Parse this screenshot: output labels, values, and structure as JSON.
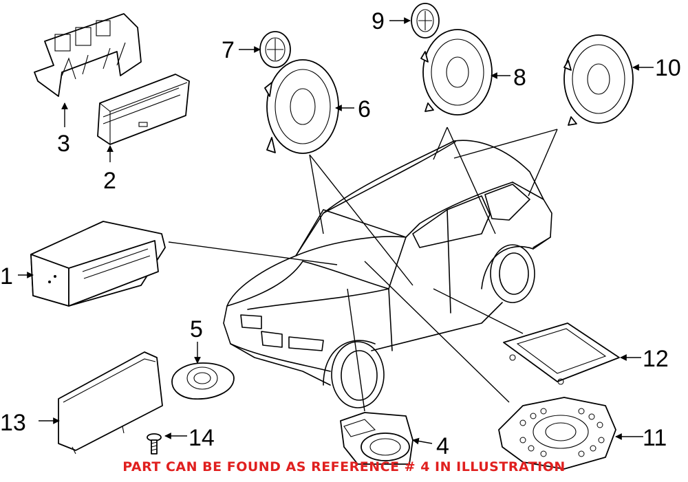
{
  "callouts": [
    {
      "id": "1",
      "label": "1"
    },
    {
      "id": "2",
      "label": "2"
    },
    {
      "id": "3",
      "label": "3"
    },
    {
      "id": "4",
      "label": "4"
    },
    {
      "id": "5",
      "label": "5"
    },
    {
      "id": "6",
      "label": "6"
    },
    {
      "id": "7",
      "label": "7"
    },
    {
      "id": "8",
      "label": "8"
    },
    {
      "id": "9",
      "label": "9"
    },
    {
      "id": "10",
      "label": "10"
    },
    {
      "id": "11",
      "label": "11"
    },
    {
      "id": "12",
      "label": "12"
    },
    {
      "id": "13",
      "label": "13"
    },
    {
      "id": "14",
      "label": "14"
    }
  ],
  "caption": {
    "text": "PART CAN BE FOUND AS REFERENCE # 4 IN ILLUSTRATION",
    "color": "#e0201f"
  }
}
